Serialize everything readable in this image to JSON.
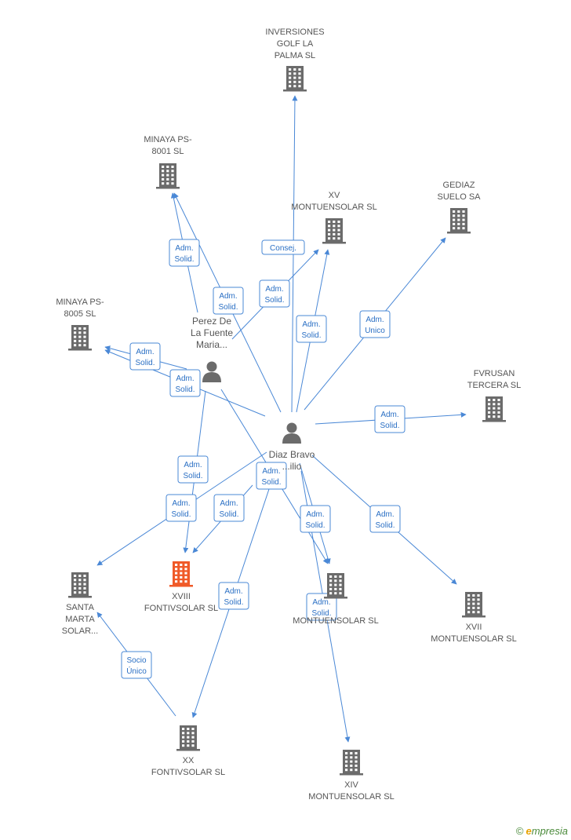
{
  "colors": {
    "edge": "#4a88d6",
    "company": "#6b6b6b",
    "highlight": "#f05a28",
    "person": "#6b6b6b"
  },
  "nodes": [
    {
      "id": "inversiones",
      "type": "company",
      "label": [
        "INVERSIONES",
        "GOLF LA",
        "PALMA SL"
      ]
    },
    {
      "id": "minaya8001",
      "type": "company",
      "label": [
        "MINAYA PS-",
        "8001 SL"
      ]
    },
    {
      "id": "xv",
      "type": "company",
      "label": [
        "XV",
        "MONTUENSOLAR SL"
      ]
    },
    {
      "id": "gediaz",
      "type": "company",
      "label": [
        "GEDIAZ",
        "SUELO SA"
      ]
    },
    {
      "id": "minaya8005",
      "type": "company",
      "label": [
        "MINAYA PS-",
        "8005 SL"
      ]
    },
    {
      "id": "fvrusan",
      "type": "company",
      "label": [
        "FVRUSAN",
        "TERCERA SL"
      ]
    },
    {
      "id": "perez",
      "type": "person",
      "label": [
        "Perez De",
        "La Fuente",
        "Maria..."
      ]
    },
    {
      "id": "diaz",
      "type": "person",
      "label": [
        "Diaz Bravo",
        "...ilio"
      ]
    },
    {
      "id": "santamarta",
      "type": "company",
      "label": [
        "SANTA",
        "MARTA",
        "SOLAR..."
      ]
    },
    {
      "id": "xviii",
      "type": "company",
      "highlight": true,
      "label": [
        "XVIII",
        "FONTIVSOLAR SL"
      ]
    },
    {
      "id": "xvi",
      "type": "company",
      "label": [
        "MONTUENSOLAR SL"
      ]
    },
    {
      "id": "xvii",
      "type": "company",
      "label": [
        "XVII",
        "MONTUENSOLAR SL"
      ]
    },
    {
      "id": "xx",
      "type": "company",
      "label": [
        "XX",
        "FONTIVSOLAR SL"
      ]
    },
    {
      "id": "xiv",
      "type": "company",
      "label": [
        "XIV",
        "MONTUENSOLAR SL"
      ]
    }
  ],
  "edges": [
    {
      "from": "diaz",
      "to": "inversiones",
      "label": [
        "Consej."
      ]
    },
    {
      "from": "perez",
      "to": "minaya8001",
      "label": [
        "Adm.",
        "Solid."
      ]
    },
    {
      "from": "diaz",
      "to": "minaya8001",
      "label": [
        "Adm.",
        "Solid."
      ]
    },
    {
      "from": "perez",
      "to": "xv",
      "label": [
        "Adm.",
        "Solid."
      ]
    },
    {
      "from": "diaz",
      "to": "xv",
      "label": [
        "Adm.",
        "Solid."
      ]
    },
    {
      "from": "diaz",
      "to": "gediaz",
      "label": [
        "Adm.",
        "Unico"
      ]
    },
    {
      "from": "perez",
      "to": "minaya8005",
      "label": [
        "Adm.",
        "Solid."
      ]
    },
    {
      "from": "diaz",
      "to": "minaya8005",
      "label": [
        "Adm.",
        "Solid."
      ]
    },
    {
      "from": "diaz",
      "to": "fvrusan",
      "label": [
        "Adm.",
        "Solid."
      ]
    },
    {
      "from": "perez",
      "to": "xviii",
      "label": [
        "Adm.",
        "Solid."
      ]
    },
    {
      "from": "diaz",
      "to": "xviii",
      "label": [
        "Adm.",
        "Solid."
      ]
    },
    {
      "from": "diaz",
      "to": "santamarta",
      "label": [
        "Adm.",
        "Solid."
      ]
    },
    {
      "from": "perez",
      "to": "xvi",
      "label": [
        "Adm.",
        "Solid."
      ]
    },
    {
      "from": "diaz",
      "to": "xvi",
      "label": [
        "Adm.",
        "Solid."
      ]
    },
    {
      "from": "diaz",
      "to": "xvii",
      "label": [
        "Adm.",
        "Solid."
      ]
    },
    {
      "from": "diaz",
      "to": "xx",
      "label": [
        "Adm.",
        "Solid."
      ]
    },
    {
      "from": "diaz",
      "to": "xiv",
      "label": [
        "Adm.",
        "Solid."
      ]
    },
    {
      "from": "xx",
      "to": "santamarta",
      "label": [
        "Socio",
        "Único"
      ]
    }
  ],
  "watermark": {
    "copyright": "©",
    "brand_initial": "e",
    "brand_rest": "mpresia"
  }
}
